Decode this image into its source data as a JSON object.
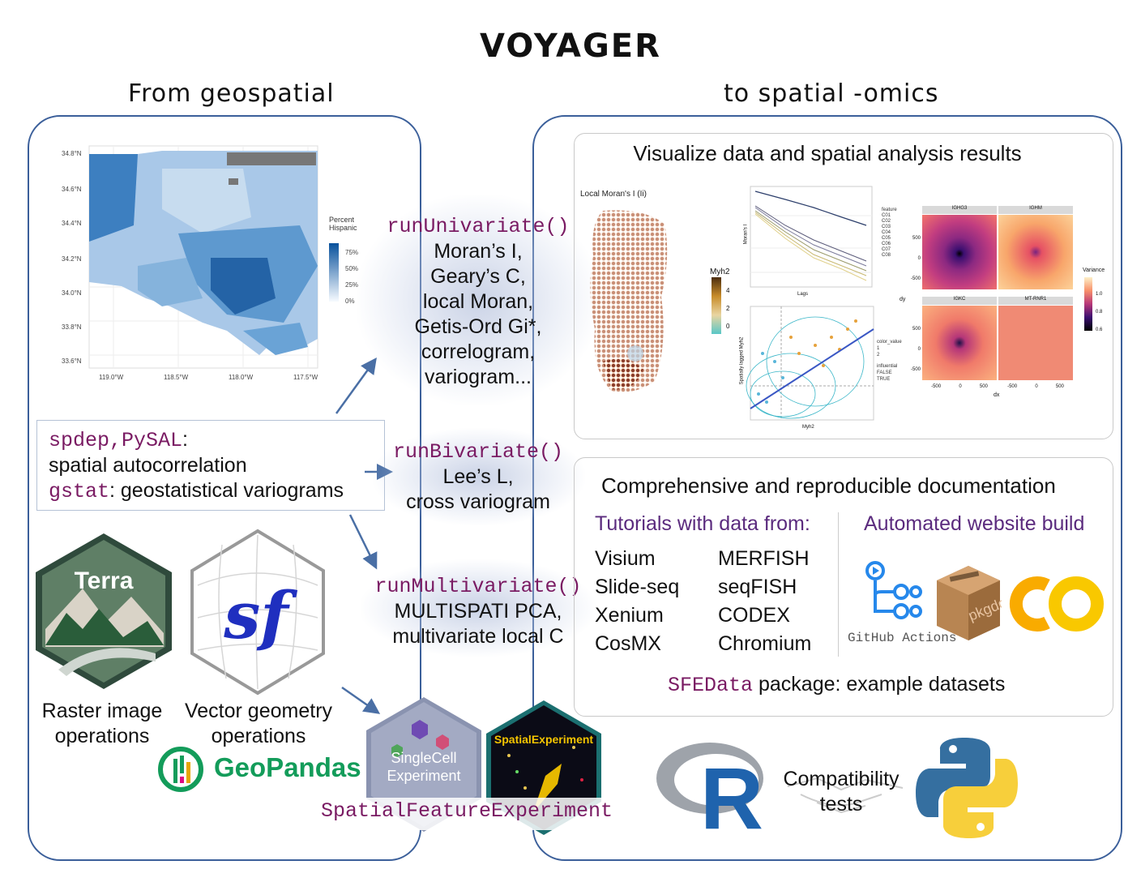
{
  "title": "VOYAGER",
  "left_heading": "From geospatial",
  "right_heading": "to spatial -omics",
  "map": {
    "legend_title": "Percent\nHispanic",
    "legend_ticks": [
      "75%",
      "50%",
      "25%",
      "0%"
    ],
    "y_ticks": [
      "34.8°N",
      "34.6°N",
      "34.4°N",
      "34.2°N",
      "34.0°N",
      "33.8°N",
      "33.6°N"
    ],
    "x_ticks": [
      "119.0°W",
      "118.5°W",
      "118.0°W",
      "117.5°W"
    ]
  },
  "packages_box": {
    "pkg1": "spdep,PySAL",
    "line1_suffix": ":",
    "line2": "spatial autocorrelation",
    "pkg2": "gstat",
    "line3_suffix": ": geostatistical variograms"
  },
  "univariate": {
    "call": "runUnivariate()",
    "items": [
      "Moran’s I,",
      "Geary’s C,",
      "local Moran,",
      "Getis-Ord Gi*,",
      "correlogram,",
      "variogram..."
    ]
  },
  "bivariate": {
    "call": "runBivariate()",
    "items": [
      "Lee’s L,",
      "cross variogram"
    ]
  },
  "multivariate": {
    "call": "runMultivariate()",
    "items": [
      "MULTISPATI PCA,",
      "multivariate local C"
    ]
  },
  "terra_label": "Terra",
  "sf_label": "sf",
  "raster_caption": "Raster image\noperations",
  "vector_caption": "Vector geometry\noperations",
  "geopandas_label": "GeoPandas",
  "sce_label": "SingleCell\nExperiment",
  "spe_label": "SpatialExperiment",
  "sfe_label": "SpatialFeatureExperiment",
  "viz": {
    "heading": "Visualize data and spatial analysis results",
    "moran_title": "Local Moran's I (Ii)",
    "myh2_legend": "Myh2",
    "myh2_ticks": [
      "4",
      "2",
      "0"
    ],
    "correlogram_xlabel": "Lags",
    "correlogram_ylabel": "Moran's I",
    "correlogram_legend_title": "feature",
    "correlogram_legend": [
      "C01",
      "C02",
      "C03",
      "C04",
      "C05",
      "C06",
      "C07",
      "C08"
    ],
    "scatter_xlabel": "Myh2",
    "scatter_ylabel": "Spatially lagged Myh2",
    "scatter_legend_color_title": "color_value",
    "scatter_legend_color": [
      "1",
      "2"
    ],
    "scatter_legend_infl_title": "influential",
    "scatter_legend_infl": [
      "FALSE",
      "TRUE"
    ],
    "vario_panels": [
      "IGHG3",
      "IGHM",
      "IGKC",
      "MT-RNR1"
    ],
    "vario_legend_title": "Variance",
    "vario_legend_ticks": [
      "1.0",
      "0.8",
      "0.6"
    ],
    "vario_y_ticks": [
      "500",
      "0",
      "-500"
    ],
    "vario_x_ticks": [
      "-500",
      "0",
      "500"
    ],
    "vario_xlabel": "dx",
    "vario_ylabel": "dy"
  },
  "docs": {
    "heading": "Comprehensive and reproducible documentation",
    "tutorials_label": "Tutorials with data from:",
    "col1": [
      "Visium",
      "Slide-seq",
      "Xenium",
      "CosMX"
    ],
    "col2": [
      "MERFISH",
      "seqFISH",
      "CODEX",
      "Chromium"
    ],
    "website_label": "Automated website build",
    "gha_label": "GitHub Actions",
    "pkgdown_label": "pkgdown",
    "sfedata_pkg": "SFEData",
    "sfedata_suffix": " package: example datasets"
  },
  "r_label": "R",
  "compat_label": "Compatibility\ntests",
  "colors": {
    "panel_border": "#3b5f9a",
    "function_purple": "#7a1b63",
    "heading_purple": "#5b2b7e",
    "arrow": "#4a6fa5"
  }
}
